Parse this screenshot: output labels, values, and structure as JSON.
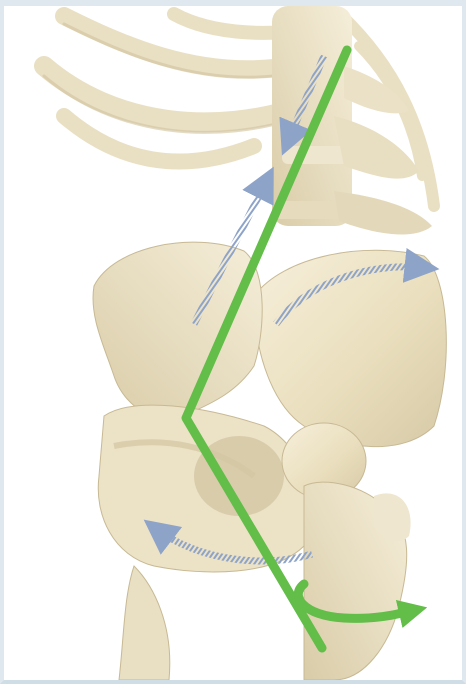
{
  "image": {
    "subject": "skeleton-hip-spine-illustration",
    "background_color": "#ffffff",
    "frame_color": "#dfe8ee",
    "bone_color": "#eee4c8",
    "bone_shadow_color": "#d6c9a6",
    "bone_outline_color": "#c7b994",
    "main_arrow_color": "#62bd49",
    "hatched_arrow_color": "#8ea3c8"
  },
  "icons": {
    "main_line": "green-line",
    "rotation_arrow": "green-rotation-arrow",
    "force_arrows": "hatched-blue-arrows"
  }
}
